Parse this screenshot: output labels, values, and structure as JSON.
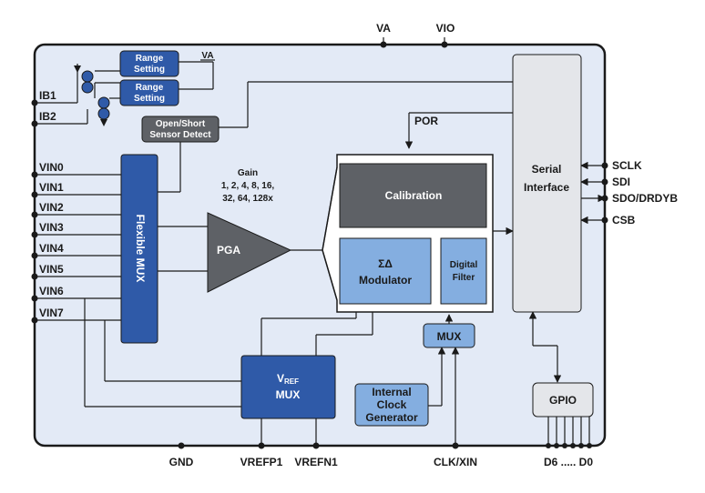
{
  "top_pins": {
    "va": "VA",
    "vio": "VIO"
  },
  "range_setting": {
    "label_line1": "Range",
    "label_line2": "Setting",
    "supply": "VA"
  },
  "current_pins": {
    "ib1": "IB1",
    "ib2": "IB2"
  },
  "sensor_detect": {
    "line1": "Open/Short",
    "line2": "Sensor Detect"
  },
  "inputs": [
    "VIN0",
    "VIN1",
    "VIN2",
    "VIN3",
    "VIN4",
    "VIN5",
    "VIN6",
    "VIN7"
  ],
  "flexible_mux": "Flexible MUX",
  "gain": {
    "title": "Gain",
    "line1": "1, 2, 4, 8, 16,",
    "line2": "32, 64, 128x"
  },
  "pga": "PGA",
  "por": "POR",
  "calibration": "Calibration",
  "modulator": {
    "symbol": "ΣΔ",
    "label": "Modulator"
  },
  "digital_filter": {
    "line1": "Digital",
    "line2": "Filter"
  },
  "serial_interface": {
    "line1": "Serial",
    "line2": "Interface"
  },
  "serial_pins": [
    "SCLK",
    "SDI",
    "SDO/DRDYB",
    "CSB"
  ],
  "mux": "MUX",
  "vref_mux": {
    "main": "V",
    "sub": "REF",
    "line2": "MUX"
  },
  "clock_gen": {
    "line1": "Internal",
    "line2": "Clock",
    "line3": "Generator"
  },
  "gpio": "GPIO",
  "bottom_pins": {
    "gnd": "GND",
    "vrefp1": "VREFP1",
    "vrefn1": "VREFN1",
    "clk": "CLK/XIN",
    "gpio_range": "D6 ..... D0"
  },
  "colors": {
    "chip_fill": "#e3eaf6",
    "dark_blue": "#2f5aa8",
    "light_blue": "#84aee0",
    "gray_block": "#5e6166",
    "light_gray": "#e4e6ea"
  }
}
